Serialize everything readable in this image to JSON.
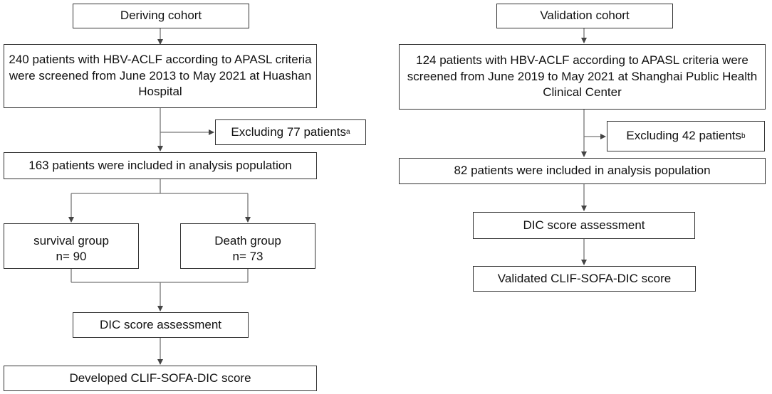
{
  "deriving": {
    "header": "Deriving cohort",
    "screened": "240 patients with HBV-ACLF  according to APASL  criteria were screened  from June 2013 to May 2021 at Huashan Hospital",
    "excluded": "Excluding 77 patients",
    "excluded_note": "a",
    "included": "163  patients  were included in analysis population",
    "survival_label": "survival group",
    "survival_n": "n= 90",
    "death_label": "Death group",
    "death_n": "n= 73",
    "assessment": "DIC score assessment",
    "result": "Developed CLIF-SOFA-DIC score"
  },
  "validation": {
    "header": "Validation cohort",
    "screened": "124 patients with HBV-ACLF  according to APASL  criteria were screened   from June 2019 to May 2021 at Shanghai Public Health Clinical Center",
    "excluded": "Excluding 42 patients",
    "excluded_note": "b",
    "included": "82  patients  were included in analysis population",
    "assessment": "DIC score assessment",
    "result": "Validated CLIF-SOFA-DIC score"
  }
}
